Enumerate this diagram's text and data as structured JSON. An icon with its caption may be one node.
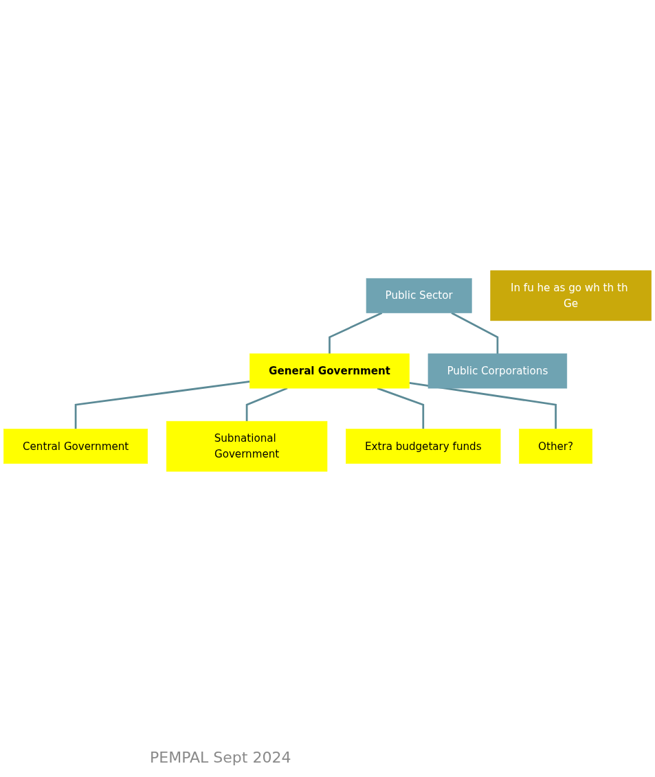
{
  "diagram": {
    "nodes": [
      {
        "text": [
          "Public Sector"
        ]
      },
      {
        "text": [
          "General Government"
        ]
      },
      {
        "text": [
          "In fu he as go wh th th Ge"
        ]
      },
      {
        "text": [
          "Central Government"
        ]
      },
      {
        "text": [
          "Subnational Government"
        ]
      },
      {
        "text": [
          "Extra budgetary funds"
        ]
      },
      {
        "text": [
          "Other?"
        ]
      },
      {
        "text": [
          "Public Corporations"
        ]
      }
    ],
    "edges": [
      {
        "from": 0,
        "to": 1,
        "arrow": "none"
      },
      {
        "from": 0,
        "to": 7,
        "arrow": "none"
      },
      {
        "from": 1,
        "to": 3,
        "arrow": "none"
      },
      {
        "from": 1,
        "to": 4,
        "arrow": "none"
      },
      {
        "from": 1,
        "to": 5,
        "arrow": "none"
      },
      {
        "from": 1,
        "to": 6,
        "arrow": "none"
      }
    ],
    "labels": [
      "PEMPAL Sept 2024"
    ]
  }
}
